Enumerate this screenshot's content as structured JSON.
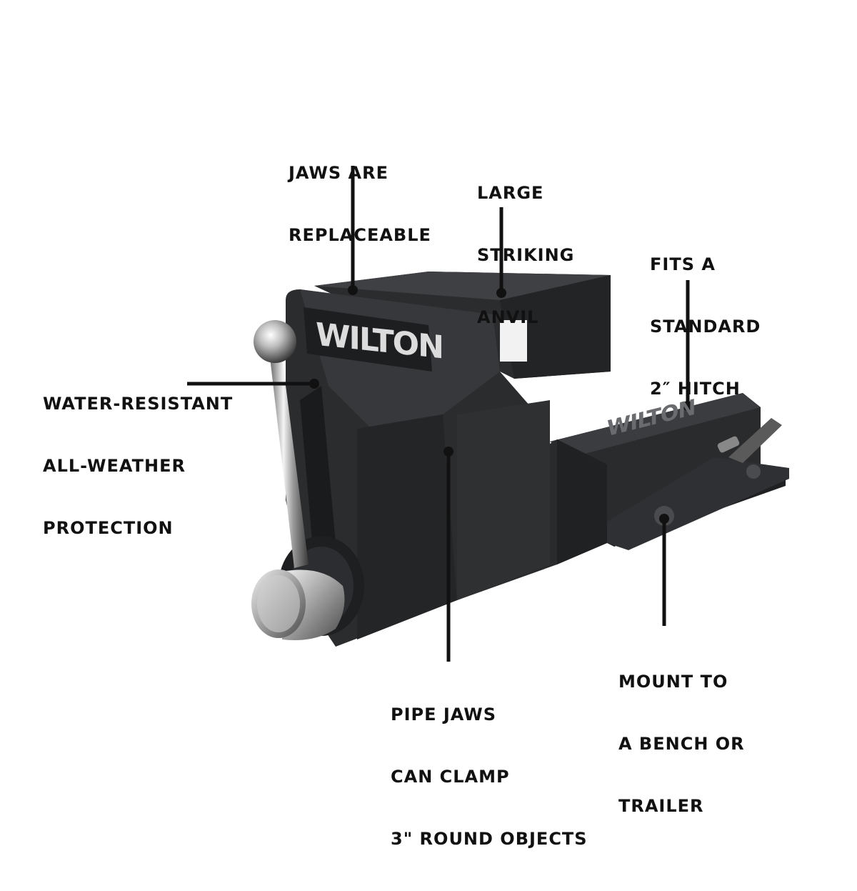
{
  "brand": {
    "logo_text": "WILTON"
  },
  "callouts": {
    "jaws_replaceable": [
      "JAWS ARE",
      "REPLACEABLE"
    ],
    "striking_anvil": [
      "LARGE",
      "STRIKING",
      "ANVIL"
    ],
    "hitch": [
      "FITS A",
      "STANDARD",
      "2″ HITCH"
    ],
    "weather": [
      "WATER-RESISTANT",
      "ALL-WEATHER",
      "PROTECTION"
    ],
    "pipe_jaws": [
      "PIPE JAWS",
      "CAN CLAMP",
      "3\" ROUND OBJECTS"
    ],
    "mount": [
      "MOUNT TO",
      "A BENCH OR",
      "TRAILER"
    ]
  },
  "colors": {
    "body": "#2b2c2e",
    "body_dark": "#1c1d1f",
    "body_light": "#3c3e41",
    "chrome": "#d9d9d9",
    "text": "#111111"
  }
}
